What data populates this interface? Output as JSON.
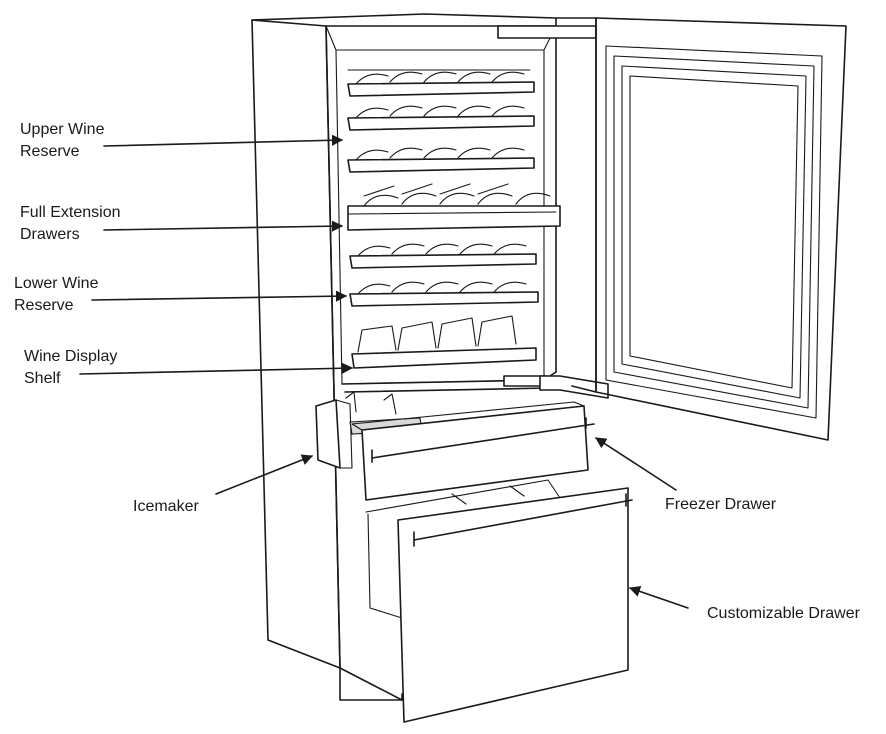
{
  "labels": {
    "upper_wine_reserve": {
      "line1": "Upper Wine",
      "line2": "Reserve"
    },
    "full_extension_drawers": {
      "line1": "Full Extension",
      "line2": "Drawers"
    },
    "lower_wine_reserve": {
      "line1": "Lower Wine",
      "line2": "Reserve"
    },
    "wine_display_shelf": {
      "line1": "Wine Display",
      "line2": "Shelf"
    },
    "icemaker": "Icemaker",
    "freezer_drawer": "Freezer Drawer",
    "customizable_drawer": "Customizable Drawer"
  },
  "colors": {
    "line": "#1a1a1a",
    "background": "#ffffff",
    "shade": "#d9d9d9"
  }
}
